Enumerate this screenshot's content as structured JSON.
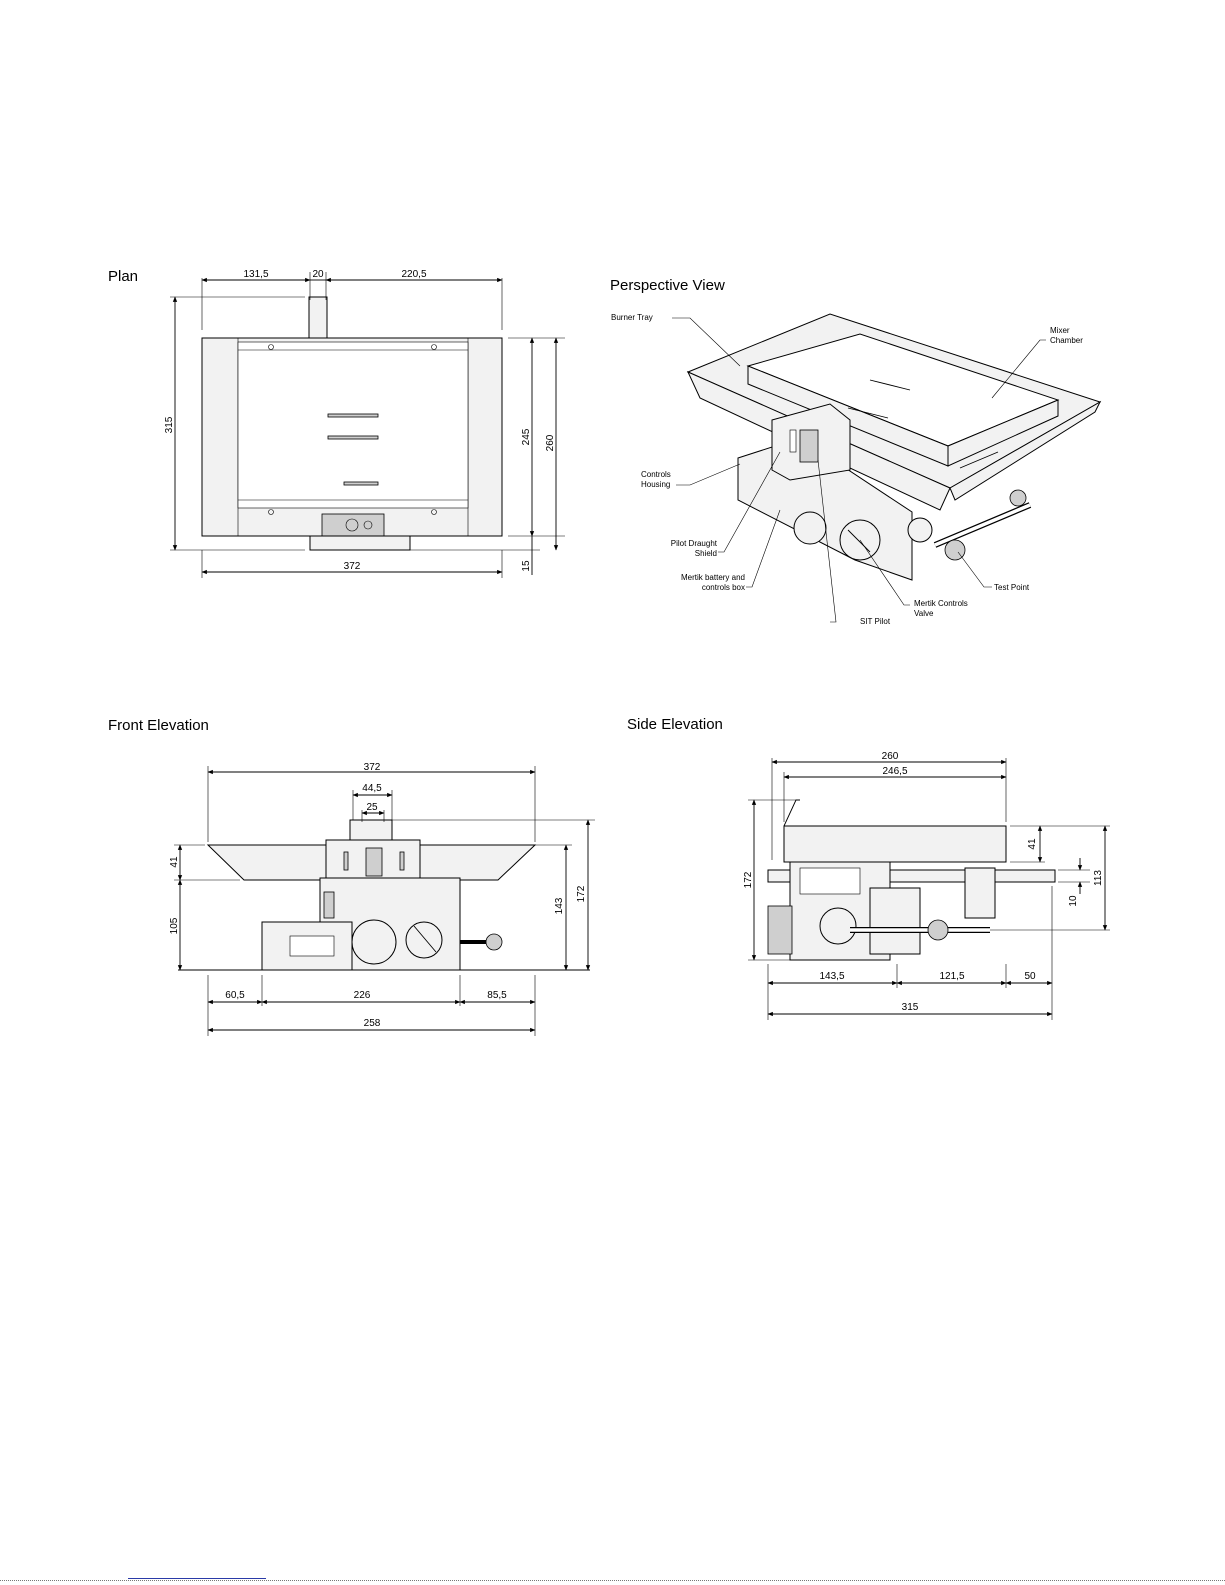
{
  "plan": {
    "title": "Plan",
    "dims": {
      "top_left": "131,5",
      "top_mid": "20",
      "top_right": "220,5",
      "left_total": "315",
      "right_inner": "245",
      "right_outer": "260",
      "bottom_width": "372",
      "bottom_small": "15"
    }
  },
  "perspective": {
    "title": "Perspective View",
    "labels": {
      "burner_tray": "Burner Tray",
      "mixer_1": "Mixer",
      "mixer_2": "Chamber",
      "controls_1": "Controls",
      "controls_2": "Housing",
      "pilot_1": "Pilot Draught",
      "pilot_2": "Shield",
      "mertik_box_1": "Mertik battery and",
      "mertik_box_2": "controls box",
      "sit_pilot": "SIT Pilot",
      "mertik_valve_1": "Mertik Controls",
      "mertik_valve_2": "Valve",
      "test_point": "Test Point"
    }
  },
  "front": {
    "title": "Front Elevation",
    "dims": {
      "top_width": "372",
      "d44": "44,5",
      "d25": "25",
      "left_41": "41",
      "left_105": "105",
      "right_143": "143",
      "right_172": "172",
      "b60": "60,5",
      "b226": "226",
      "b85": "85,5",
      "b258": "258"
    }
  },
  "side": {
    "title": "Side Elevation",
    "dims": {
      "top_260": "260",
      "top_246": "246,5",
      "left_172": "172",
      "r41": "41",
      "r10": "10",
      "r113": "113",
      "b143": "143,5",
      "b121": "121,5",
      "b50": "50",
      "b315": "315"
    }
  }
}
